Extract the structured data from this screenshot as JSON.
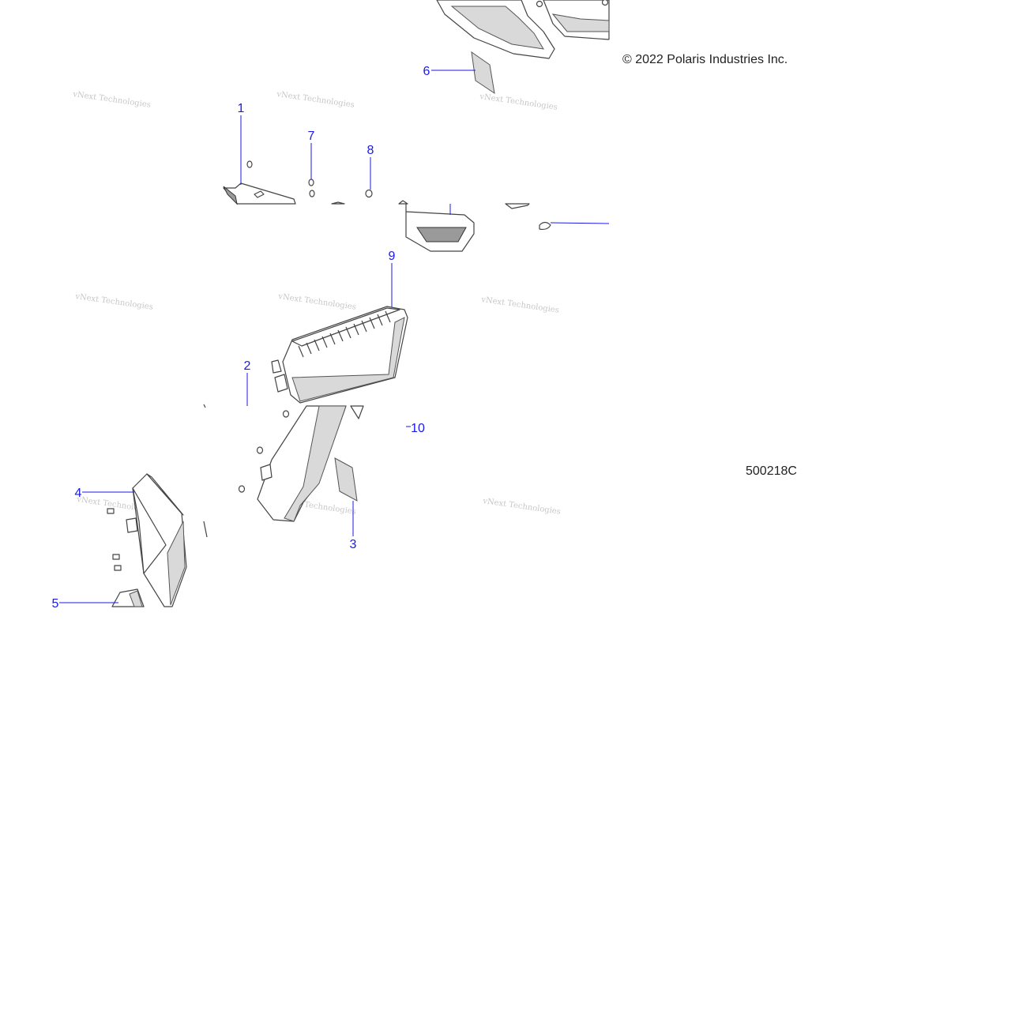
{
  "copyright": "© 2022 Polaris Industries Inc.",
  "figure_id": "500218C",
  "watermark": "vNext Technologies",
  "callouts": [
    {
      "id": "c1",
      "label": "1"
    },
    {
      "id": "c2",
      "label": "2"
    },
    {
      "id": "c3",
      "label": "3"
    },
    {
      "id": "c4",
      "label": "4"
    },
    {
      "id": "c5",
      "label": "5"
    },
    {
      "id": "c6",
      "label": "6"
    },
    {
      "id": "c7",
      "label": "7"
    },
    {
      "id": "c8",
      "label": "8"
    },
    {
      "id": "c9",
      "label": "9"
    },
    {
      "id": "c10",
      "label": "10"
    }
  ],
  "colors": {
    "callout": "#1a1ae6",
    "line_art": "#444444"
  }
}
